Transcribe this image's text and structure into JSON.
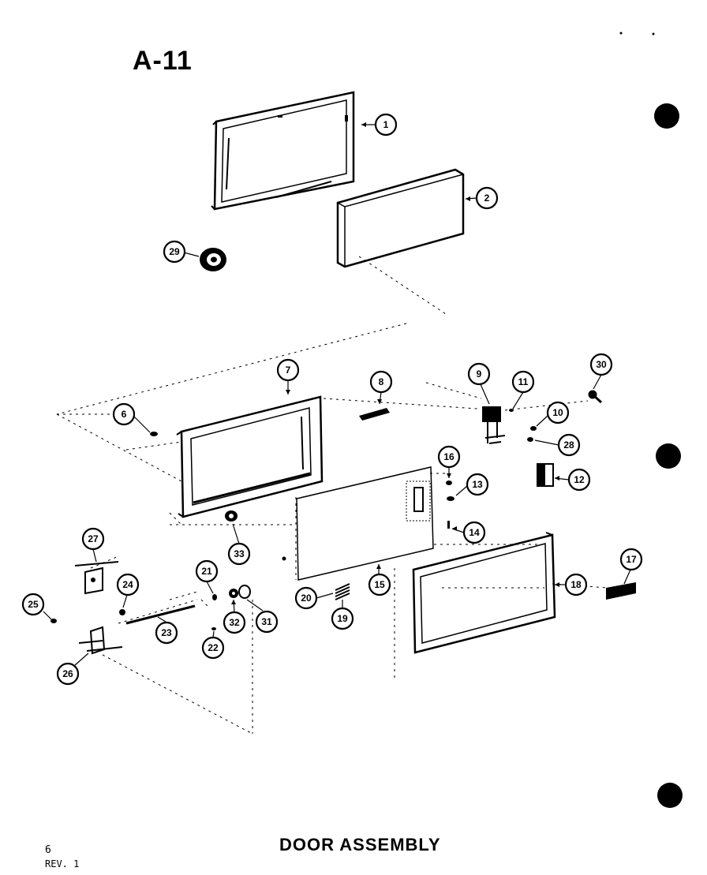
{
  "page": {
    "section_code": "A-11",
    "title": "DOOR ASSEMBLY",
    "page_number": "6",
    "revision": "REV. 1"
  },
  "callouts": [
    "1",
    "2",
    "29",
    "7",
    "8",
    "9",
    "11",
    "30",
    "6",
    "10",
    "28",
    "16",
    "13",
    "12",
    "14",
    "27",
    "33",
    "21",
    "24",
    "25",
    "23",
    "32",
    "31",
    "20",
    "19",
    "15",
    "18",
    "17",
    "22",
    "26"
  ],
  "colors": {
    "ink": "#000000",
    "paper": "#ffffff"
  }
}
